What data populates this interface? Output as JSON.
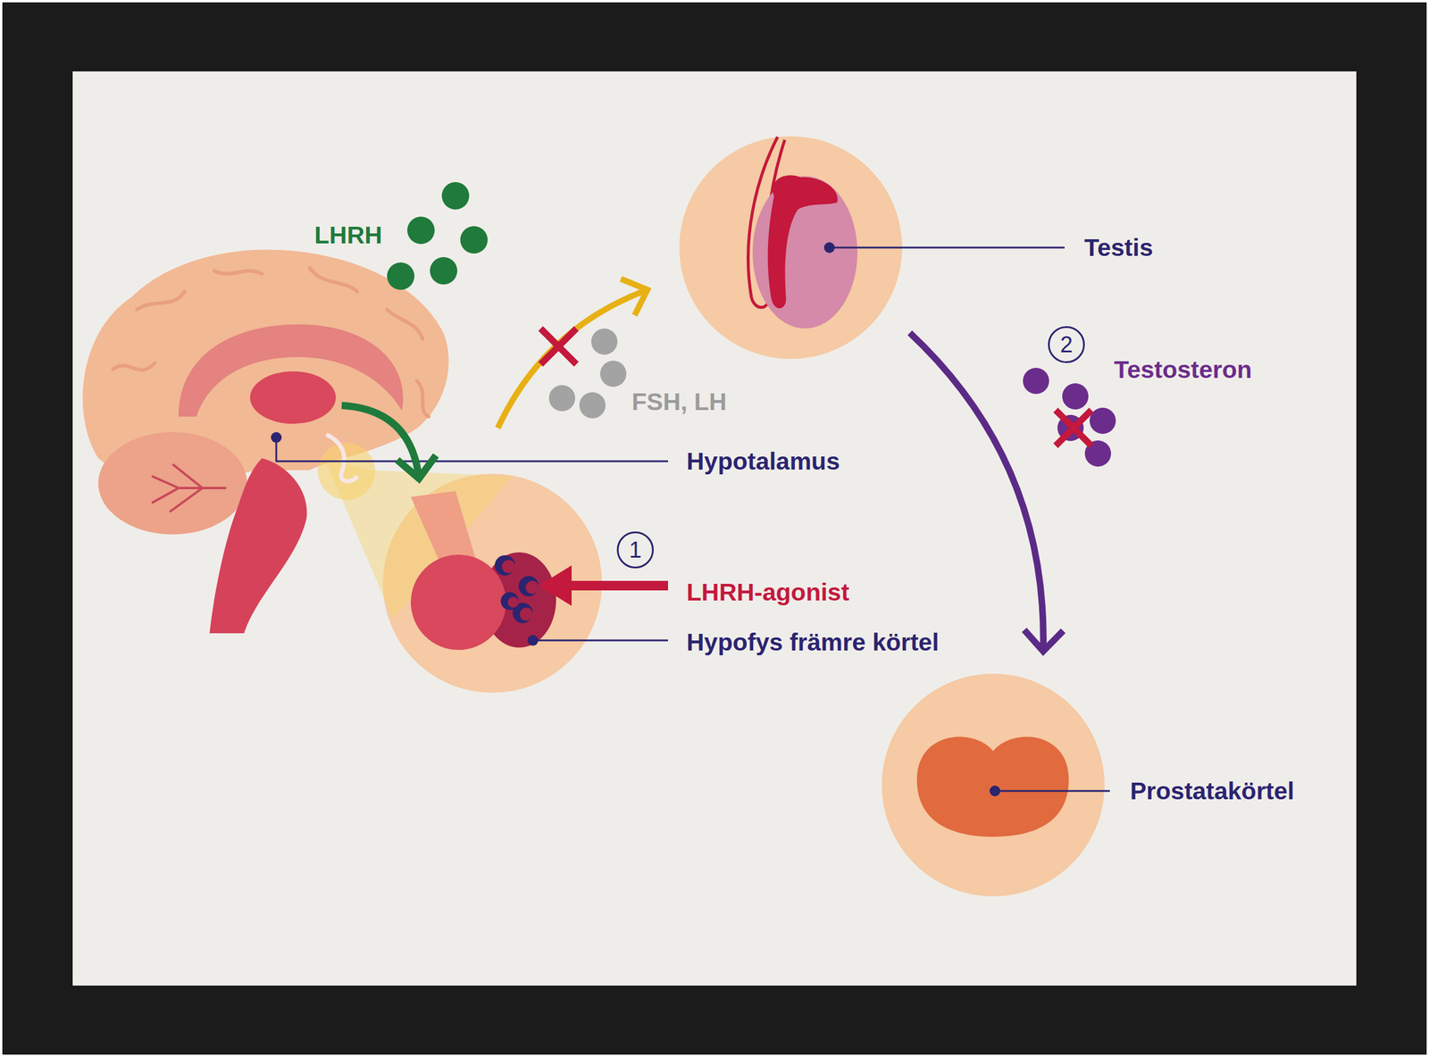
{
  "diagram": {
    "nodes": [
      {
        "text": [
          "Hypotalamus"
        ]
      },
      {
        "text": [
          "Hypofys främre körtel"
        ]
      },
      {
        "text": [
          "Testis"
        ]
      },
      {
        "text": [
          "Prostatakörtel"
        ]
      }
    ],
    "edges": [
      {
        "from": 0,
        "to": 1,
        "arrow": "to",
        "label": "LHRH"
      },
      {
        "from": 1,
        "to": 2,
        "arrow": "to",
        "label": "FSH, LH"
      },
      {
        "from": 2,
        "to": 3,
        "arrow": "to",
        "label": "Testosteron"
      }
    ],
    "labels": [
      "1",
      "LHRH-agonist",
      "2"
    ]
  }
}
